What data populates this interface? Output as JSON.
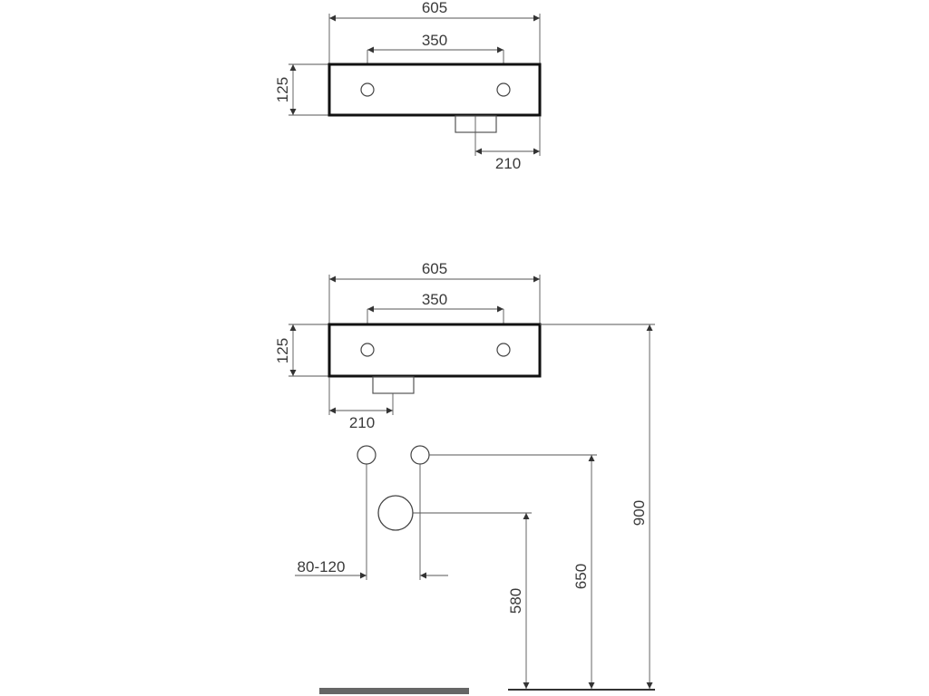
{
  "top_view": {
    "width_label": "605",
    "hole_spacing_label": "350",
    "depth_label": "125",
    "outlet_offset_label": "210"
  },
  "front_view": {
    "width_label": "605",
    "hole_spacing_label": "350",
    "depth_label": "125",
    "outlet_offset_label": "210",
    "supply_spacing_label": "80-120",
    "drain_height_label": "580",
    "supply_height_label": "650",
    "mount_height_label": "900"
  },
  "colors": {
    "outline": "#111111",
    "dimension_line": "#555555",
    "floor_line": "#666666"
  }
}
